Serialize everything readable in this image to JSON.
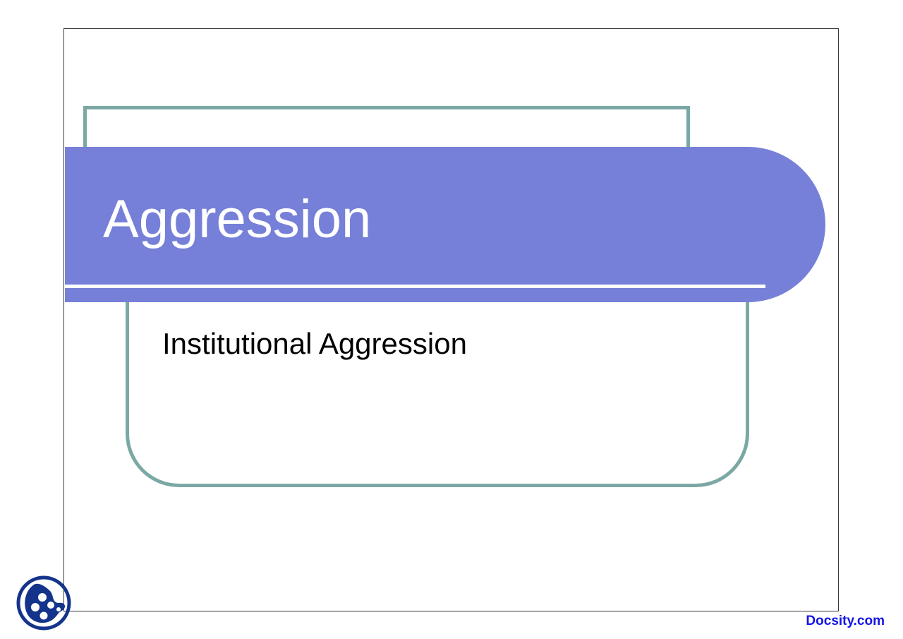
{
  "slide": {
    "title": "Aggression",
    "body_text": "Institutional Aggression",
    "title_color": "#ffffff",
    "banner_color": "#7680d8",
    "accent_teal": "#7ba8a5",
    "body_color": "#000000",
    "frame_color": "#3a3a3a",
    "background": "#ffffff"
  },
  "branding": {
    "logo_name": "docsity-logo",
    "logo_color": "#14348c",
    "url_text": "Docsity.com",
    "url_color": "#1414e6"
  }
}
